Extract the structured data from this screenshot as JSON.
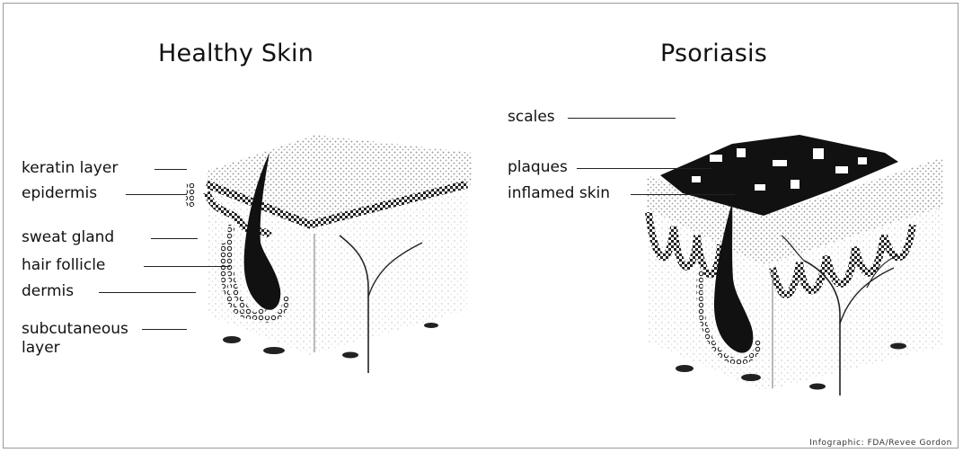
{
  "titles": {
    "healthy": "Healthy Skin",
    "psoriasis": "Psoriasis"
  },
  "healthy_labels": {
    "keratin_layer": "keratin layer",
    "epidermis": "epidermis",
    "sweat_gland": "sweat gland",
    "hair_follicle": "hair follicle",
    "dermis": "dermis",
    "subcutaneous_layer": "subcutaneous layer"
  },
  "psoriasis_labels": {
    "scales": "scales",
    "plaques": "plaques",
    "inflamed_skin": "inflamed skin"
  },
  "credit": "Infographic: FDA/Revee Gordon"
}
